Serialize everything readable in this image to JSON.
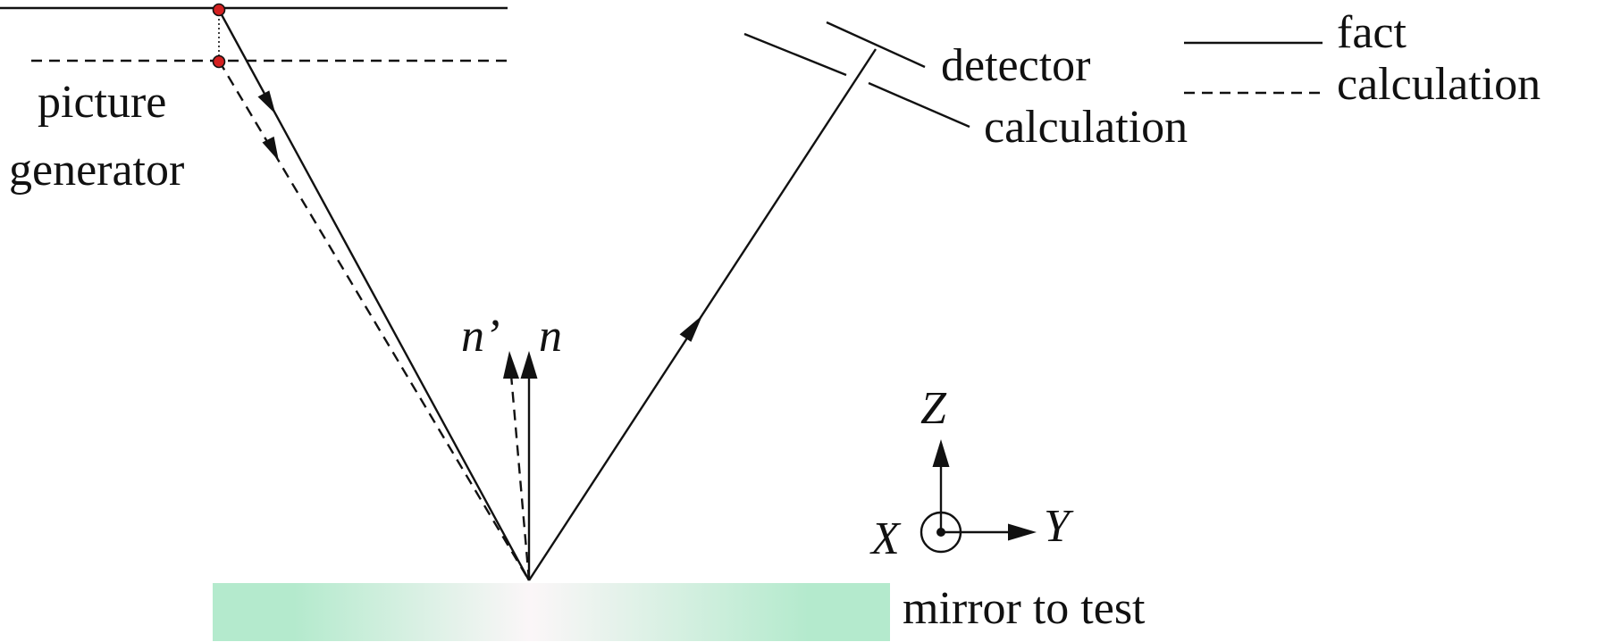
{
  "labels": {
    "picture_line1": "picture",
    "picture_line2": "generator",
    "detector": "detector",
    "detector_calc": "calculation",
    "legend_fact": "fact",
    "legend_calc": "calculation",
    "normal_measured": "n",
    "normal_calculated": "n’",
    "axis_z": "Z",
    "axis_y": "Y",
    "axis_x": "X",
    "mirror": "mirror to test"
  },
  "colors": {
    "ink": "#111111",
    "point": "#d42020",
    "mirror_edge": "#b4eacd",
    "mirror_center": "#fbf6f8"
  },
  "legend": [
    {
      "name": "fact",
      "style": "solid"
    },
    {
      "name": "calculation",
      "style": "dashed"
    }
  ]
}
